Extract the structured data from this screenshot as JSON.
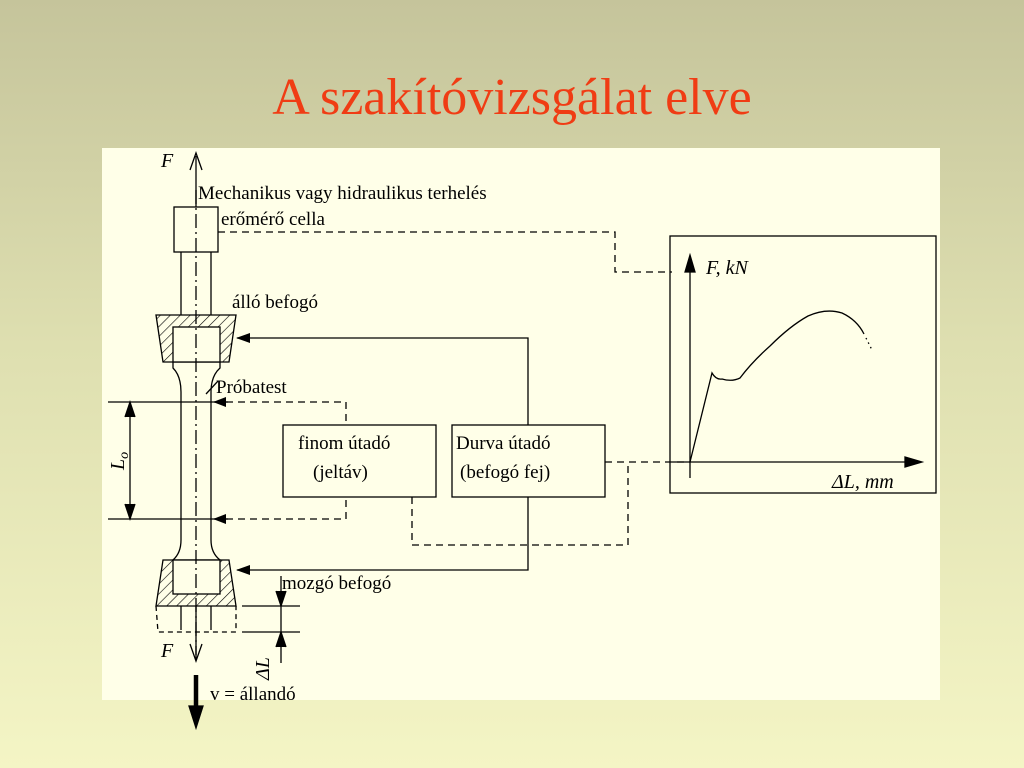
{
  "title": "A szakítóvizsgálat elve",
  "labels": {
    "force_top": "F",
    "force_bottom": "F",
    "loading": "Mechanikus vagy hidraulikus terhelés",
    "load_cell": "erőmérő cella",
    "fixed_grip": "álló befogó",
    "specimen": "Próbatest",
    "gauge_length": "L",
    "gauge_length_sub": "o",
    "fine_extensometer_line1": "finom útadó",
    "fine_extensometer_line2": "(jeltáv)",
    "coarse_extensometer_line1": "Durva útadó",
    "coarse_extensometer_line2": "(befogó fej)",
    "moving_grip": "mozgó befogó",
    "elongation": "ΔL",
    "velocity": "v = állandó",
    "plot_y_axis": "F, kN",
    "plot_x_axis": "ΔL, mm"
  },
  "colors": {
    "title": "#f03c14",
    "panel": "#ffffe8",
    "ink": "#000000"
  }
}
